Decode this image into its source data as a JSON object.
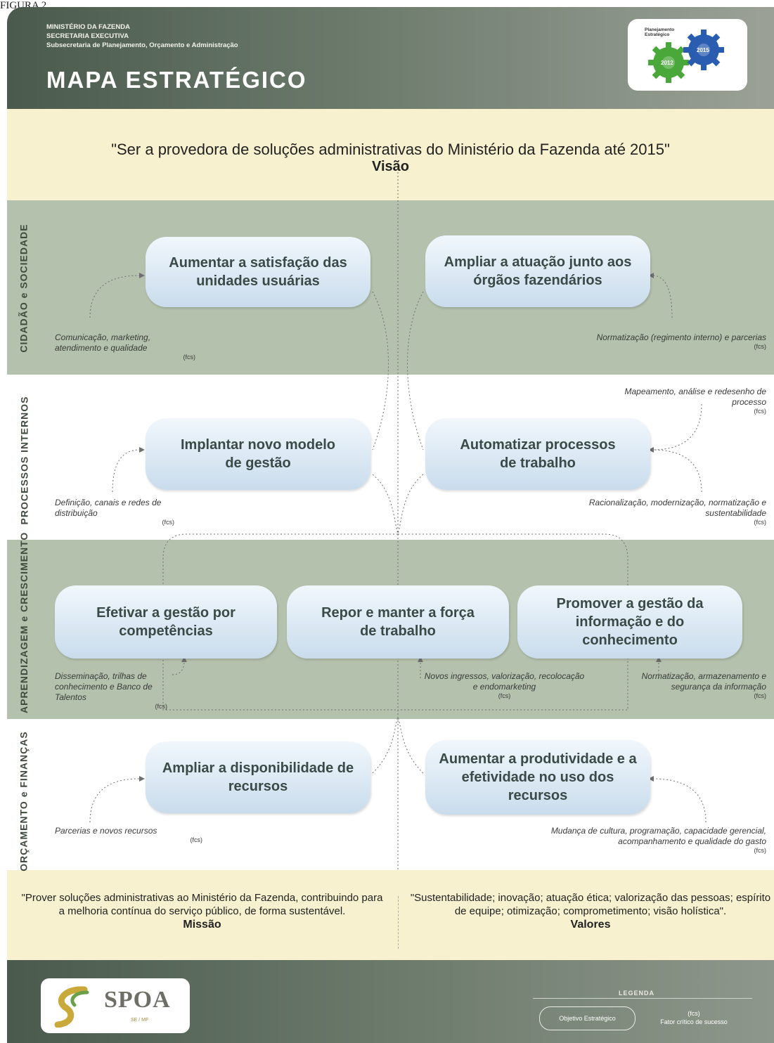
{
  "figure_label": "FIGURA 2",
  "header": {
    "org_lines": [
      "MINISTÉRIO DA FAZENDA",
      "SECRETARIA EXECUTIVA",
      "Subsecretaria de Planejamento, Orçamento e Administração"
    ],
    "title": "MAPA  ESTRATÉGICO",
    "logo": {
      "text_lines": [
        "Planejamento",
        "Estratégico"
      ],
      "year_blue": "2015",
      "year_green": "2012"
    }
  },
  "vision": {
    "quote": "\"Ser a provedora de soluções administrativas do Ministério da Fazenda até 2015\"",
    "label": "Visão"
  },
  "perspectives": {
    "cidadao": "CIDADÃO e SOCIEDADE",
    "processos": "PROCESSOS INTERNOS",
    "aprendizagem": "APRENDIZAGEM e CRESCIMENTO",
    "orcamento": "ORÇAMENTO e FINANÇAS"
  },
  "objectives": {
    "satisfacao": "Aumentar a satisfação das unidades usuárias",
    "atuacao": "Ampliar a atuação junto aos órgãos fazendários",
    "implantar": "Implantar novo modelo de gestão",
    "automatizar": "Automatizar processos de trabalho",
    "competencias": "Efetivar a gestão por competências",
    "forca": "Repor e manter a força de trabalho",
    "informacao": "Promover a gestão da informação e do conhecimento",
    "disponibilidade": "Ampliar a disponibilidade de recursos",
    "produtividade": "Aumentar a produtividade e a efetividade no uso dos recursos"
  },
  "factors": {
    "comunicacao": {
      "text": "Comunicação, marketing, atendimento e qualidade",
      "tag": "(fcs)"
    },
    "normatizacao": {
      "text": "Normatização (regimento interno) e parcerias",
      "tag": "(fcs)"
    },
    "mapeamento": {
      "text": "Mapeamento, análise e redesenho de processo",
      "tag": "(fcs)"
    },
    "definicao": {
      "text": "Definição, canais e redes de distribuição",
      "tag": "(fcs)"
    },
    "racionalizacao": {
      "text": "Racionalização, modernização, normatização e sustentabilidade",
      "tag": "(fcs)"
    },
    "disseminacao": {
      "text": "Disseminação, trilhas de conhecimento e Banco de Talentos",
      "tag": "(fcs)"
    },
    "ingressos": {
      "text": "Novos ingressos, valorização, recolocação e endomarketing",
      "tag": "(fcs)"
    },
    "seguranca": {
      "text": "Normatização, armazenamento e segurança da informação",
      "tag": "(fcs)"
    },
    "parcerias": {
      "text": "Parcerias e novos recursos",
      "tag": "(fcs)"
    },
    "cultura": {
      "text": "Mudança de cultura, programação, capacidade gerencial, acompanhamento e qualidade do gasto",
      "tag": "(fcs)"
    }
  },
  "mission": {
    "text": "\"Prover soluções administrativas ao Ministério da Fazenda, contribuindo para a melhoria contínua do serviço público, de forma sustentável.",
    "label": "Missão"
  },
  "values": {
    "text": "\"Sustentabilidade; inovação; atuação ética; valorização das pessoas; espírito de equipe; otimização; comprometimento; visão holística\".",
    "label": "Valores"
  },
  "footer": {
    "spoa": "SPOA",
    "spoa_sub": "SE / MF",
    "legend_title": "LEGENDA",
    "legend_objective": "Objetivo Estratégico",
    "legend_fcs_tag": "(fcs)",
    "legend_fcs": "Fator crítico de sucesso"
  },
  "colors": {
    "header_dark": "#4a5a4d",
    "band_green": "#b4c1ad",
    "band_cream": "#f8f1cf",
    "objective_fill": "#d6e5f1",
    "objective_text": "#3a4a47",
    "gear_green": "#4aa83a",
    "gear_blue": "#2a5db0"
  }
}
